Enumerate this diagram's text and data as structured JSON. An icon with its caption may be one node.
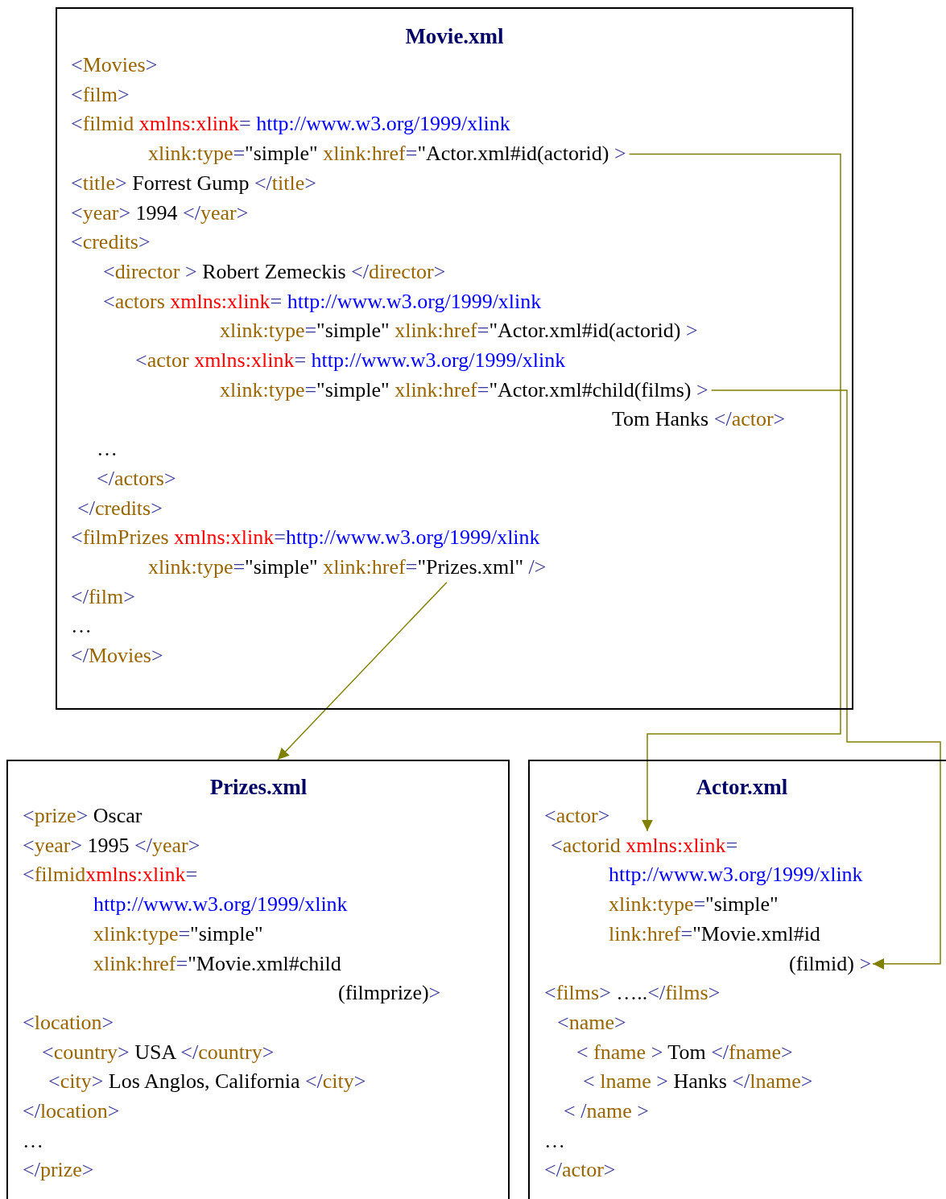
{
  "diagram": {
    "nodes": [
      {
        "text": [
          "Movie.xml"
        ]
      },
      {
        "text": [
          "<Movies>"
        ],
        "in": 0
      },
      {
        "text": [
          "<film>"
        ],
        "in": 0
      },
      {
        "text": [
          "<filmid xmlns:xlink= http://www.w3.org/1999/xlink"
        ],
        "in": 0
      },
      {
        "text": [
          "xlink:type=\"simple\" xlink:href=\"Actor.xml#id(actorid) >"
        ],
        "in": 0
      },
      {
        "text": [
          "<title> Forrest Gump </title>"
        ],
        "in": 0
      },
      {
        "text": [
          "<year> 1994 </year>"
        ],
        "in": 0
      },
      {
        "text": [
          "<credits>"
        ],
        "in": 0
      },
      {
        "text": [
          "<director > Robert Zemeckis </director>"
        ],
        "in": 0
      },
      {
        "text": [
          "<actors xmlns:xlink= http://www.w3.org/1999/xlink"
        ],
        "in": 0
      },
      {
        "text": [
          "xlink:type=\"simple\" xlink:href=\"Actor.xml#id(actorid) >"
        ],
        "in": 0
      },
      {
        "text": [
          "<actor xmlns:xlink= http://www.w3.org/1999/xlink"
        ],
        "in": 0
      },
      {
        "text": [
          "xlink:type=\"simple\" xlink:href=\"Actor.xml#child(films) >"
        ],
        "in": 0
      },
      {
        "text": [
          "Tom Hanks </actor>"
        ],
        "in": 0
      },
      {
        "text": [
          "…"
        ],
        "in": 0
      },
      {
        "text": [
          "</actors>"
        ],
        "in": 0
      },
      {
        "text": [
          "</credits>"
        ],
        "in": 0
      },
      {
        "text": [
          "<filmPrizes xmlns:xlink=http://www.w3.org/1999/xlink"
        ],
        "in": 0
      },
      {
        "text": [
          "xlink:type=\"simple\" xlink:href=\"Prizes.xml\" />"
        ],
        "in": 0
      },
      {
        "text": [
          "</film>"
        ],
        "in": 0
      },
      {
        "text": [
          "…"
        ],
        "in": 0
      },
      {
        "text": [
          "</Movies>"
        ],
        "in": 0
      },
      {
        "text": [
          "Prizes.xml"
        ]
      },
      {
        "text": [
          "<prize> Oscar"
        ],
        "in": 22
      },
      {
        "text": [
          "<year> 1995 </year>"
        ],
        "in": 22
      },
      {
        "text": [
          "<filmidxmlns:xlink="
        ],
        "in": 22
      },
      {
        "text": [
          "http://www.w3.org/1999/xlink"
        ],
        "in": 22
      },
      {
        "text": [
          "xlink:type=\"simple\""
        ],
        "in": 22
      },
      {
        "text": [
          "xlink:href=\"Movie.xml#child"
        ],
        "in": 22
      },
      {
        "text": [
          "(filmprize)>"
        ],
        "in": 22
      },
      {
        "text": [
          "<location>"
        ],
        "in": 22
      },
      {
        "text": [
          "<country> USA </country>"
        ],
        "in": 22
      },
      {
        "text": [
          "<city> Los Anglos, California </city>"
        ],
        "in": 22
      },
      {
        "text": [
          "</location>"
        ],
        "in": 22
      },
      {
        "text": [
          "…"
        ],
        "in": 22
      },
      {
        "text": [
          "</prize>"
        ],
        "in": 22
      },
      {
        "text": [
          "Actor.xml"
        ]
      },
      {
        "text": [
          "<actor>"
        ],
        "in": 36
      },
      {
        "text": [
          "<actorid xmlns:xlink="
        ],
        "in": 36
      },
      {
        "text": [
          "http://www.w3.org/1999/xlink"
        ],
        "in": 36
      },
      {
        "text": [
          "xlink:type=\"simple\""
        ],
        "in": 36
      },
      {
        "text": [
          "link:href=\"Movie.xml#id"
        ],
        "in": 36
      },
      {
        "text": [
          "(filmid) >"
        ],
        "in": 36
      },
      {
        "text": [
          "<films> …..</films>"
        ],
        "in": 36
      },
      {
        "text": [
          "<name>"
        ],
        "in": 36
      },
      {
        "text": [
          "< fname > Tom </fname>"
        ],
        "in": 36
      },
      {
        "text": [
          "< lname > Hanks </lname>"
        ],
        "in": 36
      },
      {
        "text": [
          "< /name >"
        ],
        "in": 36
      },
      {
        "text": [
          "…"
        ],
        "in": 36
      },
      {
        "text": [
          "</actor>"
        ],
        "in": 36
      }
    ],
    "edges": [
      {
        "from": 4,
        "to": 38,
        "arrow": "to"
      },
      {
        "from": 12,
        "to": 42,
        "arrow": "to"
      },
      {
        "from": 18,
        "to": 22,
        "arrow": "to"
      }
    ]
  }
}
